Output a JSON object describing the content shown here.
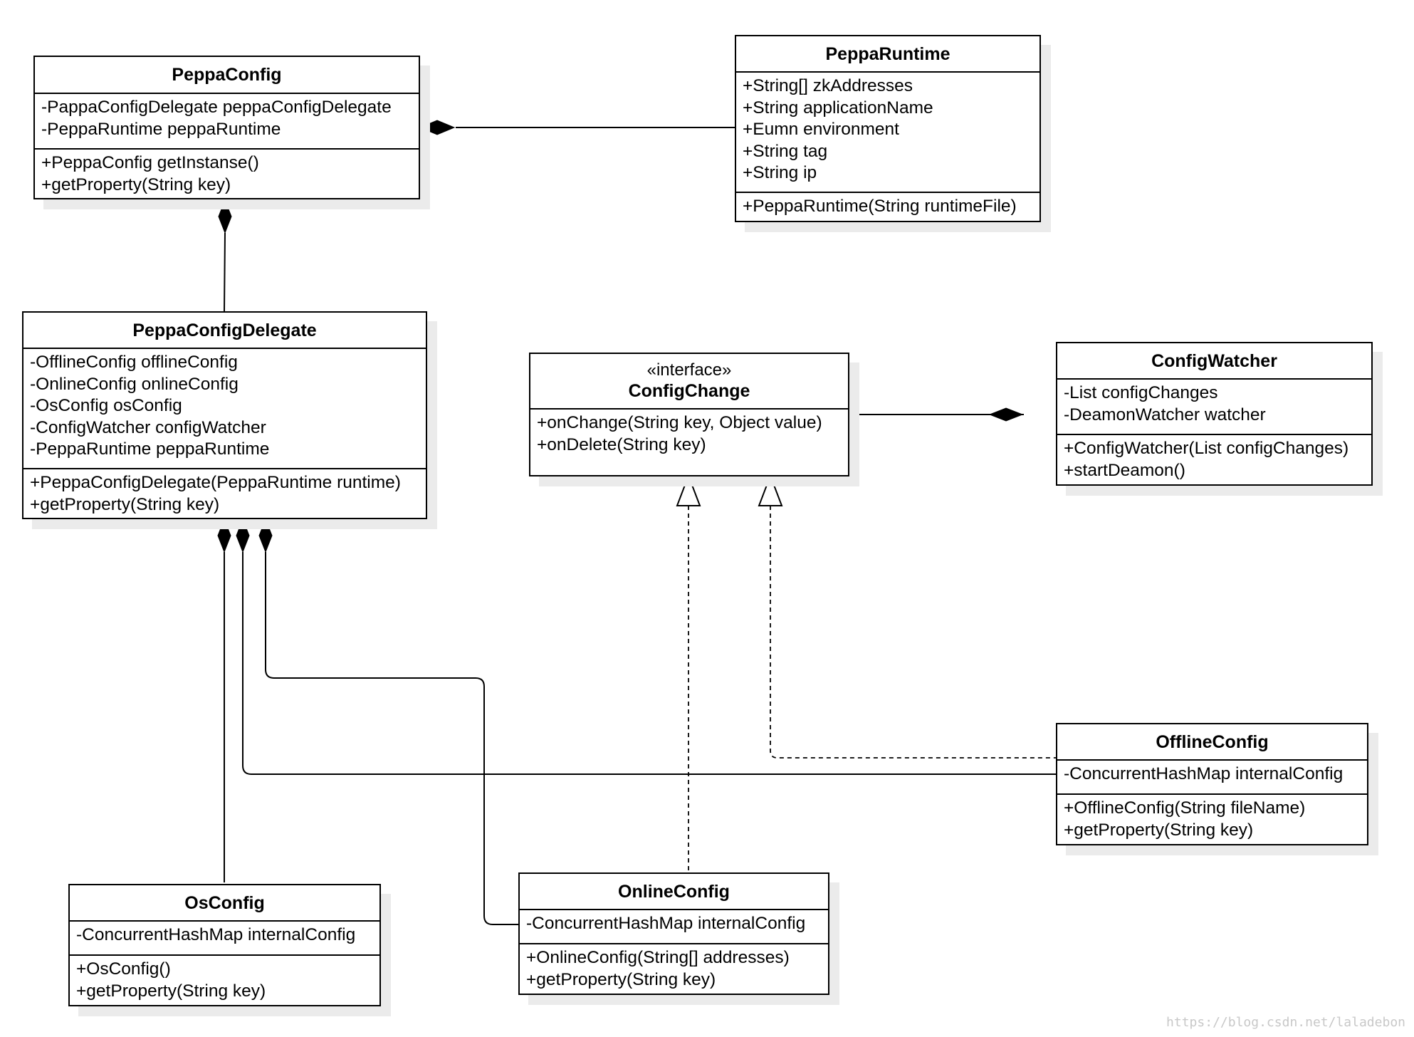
{
  "classes": {
    "peppa_config": {
      "name": "PeppaConfig",
      "attributes": [
        "-PappaConfigDelegate peppaConfigDelegate",
        "-PeppaRuntime peppaRuntime"
      ],
      "operations": [
        "+PeppaConfig getInstanse()",
        "+getProperty(String key)"
      ]
    },
    "peppa_runtime": {
      "name": "PeppaRuntime",
      "attributes": [
        "+String[] zkAddresses",
        "+String applicationName",
        "+Eumn environment",
        "+String tag",
        "+String ip"
      ],
      "operations": [
        "+PeppaRuntime(String runtimeFile)"
      ]
    },
    "peppa_config_delegate": {
      "name": "PeppaConfigDelegate",
      "attributes": [
        "-OfflineConfig offlineConfig",
        "-OnlineConfig onlineConfig",
        "-OsConfig osConfig",
        "-ConfigWatcher configWatcher",
        "-PeppaRuntime peppaRuntime"
      ],
      "operations": [
        "+PeppaConfigDelegate(PeppaRuntime runtime)",
        "+getProperty(String key)"
      ]
    },
    "config_change": {
      "stereotype": "«interface»",
      "name": "ConfigChange",
      "operations": [
        "+onChange(String key, Object value)",
        "+onDelete(String key)"
      ]
    },
    "config_watcher": {
      "name": "ConfigWatcher",
      "attributes": [
        "-List configChanges",
        "-DeamonWatcher watcher"
      ],
      "operations": [
        "+ConfigWatcher(List configChanges)",
        "+startDeamon()"
      ]
    },
    "offline_config": {
      "name": "OfflineConfig",
      "attributes": [
        "-ConcurrentHashMap internalConfig"
      ],
      "operations": [
        "+OfflineConfig(String fileName)",
        "+getProperty(String key)"
      ]
    },
    "online_config": {
      "name": "OnlineConfig",
      "attributes": [
        "-ConcurrentHashMap internalConfig"
      ],
      "operations": [
        "+OnlineConfig(String[] addresses)",
        "+getProperty(String key)"
      ]
    },
    "os_config": {
      "name": "OsConfig",
      "attributes": [
        "-ConcurrentHashMap internalConfig"
      ],
      "operations": [
        "+OsConfig()",
        "+getProperty(String key)"
      ]
    }
  },
  "relationships": [
    {
      "type": "composition",
      "whole": "PeppaConfig",
      "part": "PeppaRuntime"
    },
    {
      "type": "composition",
      "whole": "PeppaConfig",
      "part": "PeppaConfigDelegate"
    },
    {
      "type": "composition",
      "whole": "PeppaConfigDelegate",
      "part": "OsConfig"
    },
    {
      "type": "composition",
      "whole": "PeppaConfigDelegate",
      "part": "OfflineConfig"
    },
    {
      "type": "composition",
      "whole": "PeppaConfigDelegate",
      "part": "OnlineConfig"
    },
    {
      "type": "composition",
      "whole": "ConfigWatcher",
      "part": "ConfigChange"
    },
    {
      "type": "realization",
      "implementer": "OnlineConfig",
      "interface": "ConfigChange"
    },
    {
      "type": "realization",
      "implementer": "OfflineConfig",
      "interface": "ConfigChange"
    }
  ],
  "watermark": "https://blog.csdn.net/laladebon"
}
